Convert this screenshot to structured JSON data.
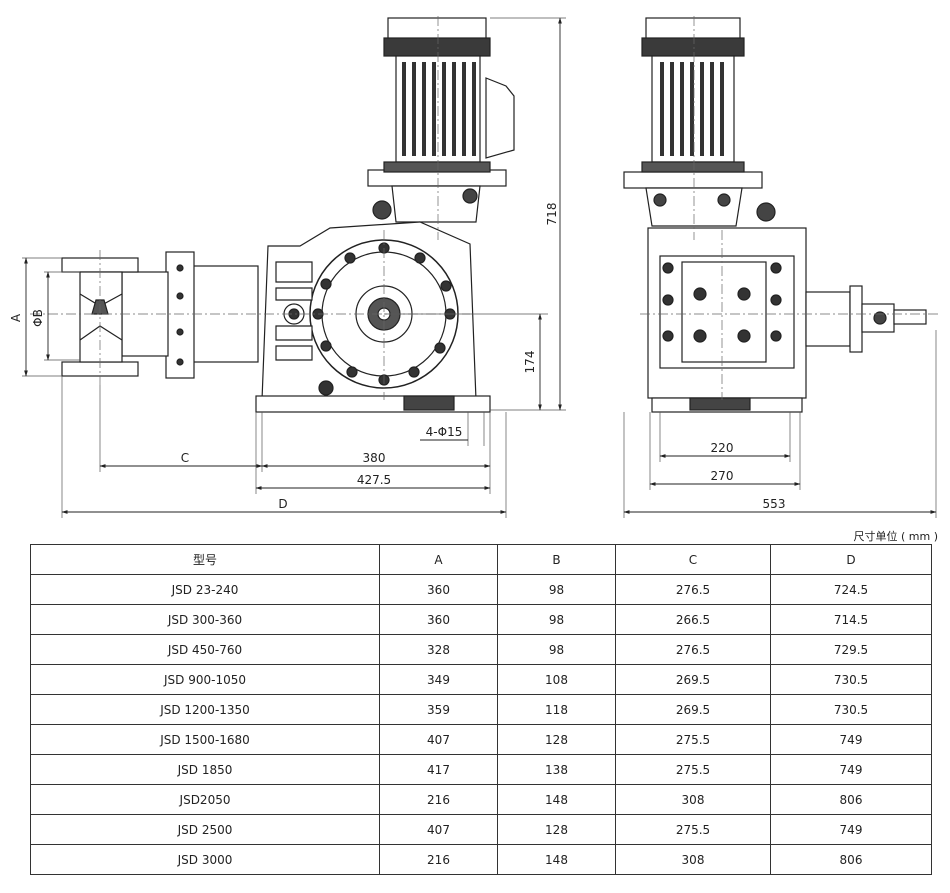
{
  "drawing": {
    "dims": {
      "height_718": "718",
      "height_174": "174",
      "label_a": "A",
      "label_b": "ΦB",
      "label_c": "C",
      "label_d": "D",
      "width_380": "380",
      "width_4275": "427.5",
      "holes": "4-Φ15",
      "width_220": "220",
      "width_270": "270",
      "width_553": "553"
    }
  },
  "unit_note": "尺寸单位 ( mm )",
  "table": {
    "headers": [
      "型号",
      "A",
      "B",
      "C",
      "D"
    ],
    "rows": [
      [
        "JSD 23-240",
        "360",
        "98",
        "276.5",
        "724.5"
      ],
      [
        "JSD 300-360",
        "360",
        "98",
        "266.5",
        "714.5"
      ],
      [
        "JSD 450-760",
        "328",
        "98",
        "276.5",
        "729.5"
      ],
      [
        "JSD 900-1050",
        "349",
        "108",
        "269.5",
        "730.5"
      ],
      [
        "JSD 1200-1350",
        "359",
        "118",
        "269.5",
        "730.5"
      ],
      [
        "JSD 1500-1680",
        "407",
        "128",
        "275.5",
        "749"
      ],
      [
        "JSD 1850",
        "417",
        "138",
        "275.5",
        "749"
      ],
      [
        "JSD2050",
        "216",
        "148",
        "308",
        "806"
      ],
      [
        "JSD 2500",
        "407",
        "128",
        "275.5",
        "749"
      ],
      [
        "JSD 3000",
        "216",
        "148",
        "308",
        "806"
      ]
    ]
  }
}
